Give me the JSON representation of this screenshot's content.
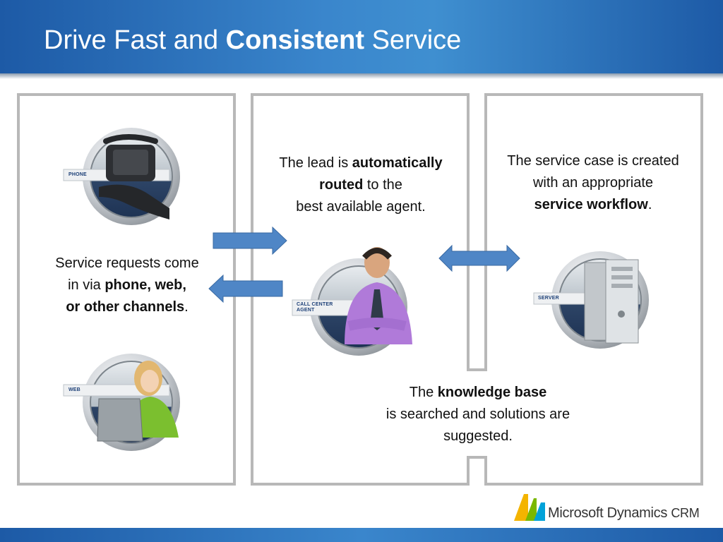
{
  "slide": {
    "title_part1": "Drive Fast and ",
    "title_bold": "Consistent",
    "title_part3": " Service"
  },
  "panel_left": {
    "line1": "Service requests come",
    "line2_pre": "in via ",
    "line2_bold": "phone, web,",
    "line3_bold": "or other channels",
    "line3_post": ".",
    "phone_label": "PHONE",
    "web_label": "WEB"
  },
  "panel_middle": {
    "line1_pre": "The lead is ",
    "line1_bold": "automatically",
    "line2_bold": "routed",
    "line2_post": " to the",
    "line3": "best available agent.",
    "agent_label_1": "CALL CENTER",
    "agent_label_2": "AGENT"
  },
  "panel_right": {
    "line1": "The service case is created",
    "line2": "with an appropriate",
    "line3_bold": "service workflow",
    "line3_post": "."
  },
  "knowledge": {
    "line1_pre": "The ",
    "line1_bold": "knowledge base",
    "line2": "is searched and solutions are",
    "line3": "suggested.",
    "server_label": "SERVER"
  },
  "brand": {
    "name": "Microsoft Dynamics",
    "suffix": "CRM"
  },
  "colors": {
    "header": "#3a86cc",
    "arrow": "#4f86c6",
    "panel_border": "#b8b8b8"
  }
}
